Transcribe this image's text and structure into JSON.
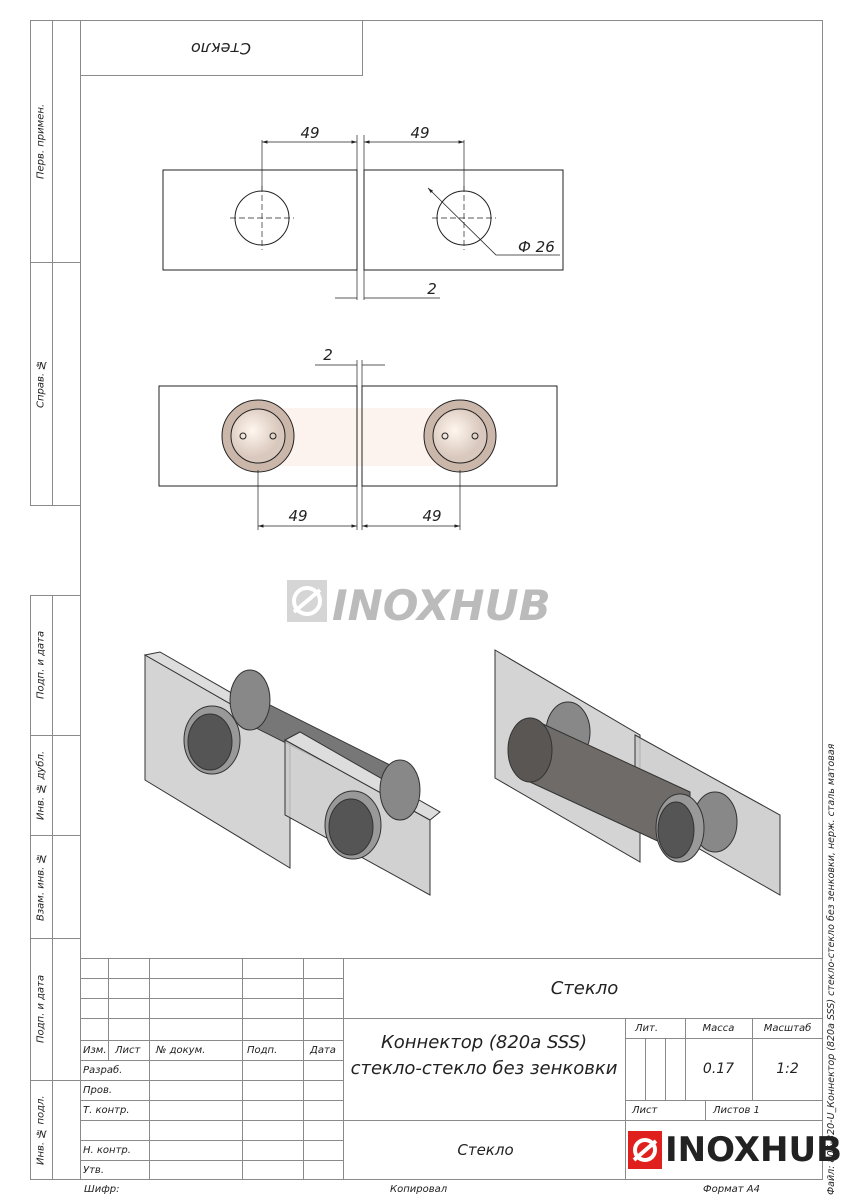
{
  "stamp_mirrored": "Стекло",
  "side_labels": [
    "Перв. примен.",
    "Справ. №",
    "Подп. и дата",
    "Инв. № дубл.",
    "Взам. инв. №",
    "Подп. и дата",
    "Инв. № подл."
  ],
  "dims": {
    "top_left": "49",
    "top_right": "49",
    "diameter": "Ф 26",
    "top_gap": "2",
    "mid_gap": "2",
    "bottom_left": "49",
    "bottom_right": "49"
  },
  "watermark": "INOXHUB",
  "title_block": {
    "material_top": "Стекло",
    "headers": {
      "izm": "Изм.",
      "list": "Лист",
      "doc": "№ докум.",
      "podp": "Подп.",
      "data": "Дата"
    },
    "rows": [
      "Разраб.",
      "Пров.",
      "Т. контр.",
      "",
      "Н. контр.",
      "Утв."
    ],
    "name_line1": "Коннектор (820a SSS)",
    "name_line2": "стекло-стекло без зенковки",
    "lit": "Лит.",
    "mass_label": "Масса",
    "scale_label": "Масштаб",
    "mass": "0.17",
    "scale": "1:2",
    "sheet": "Лист",
    "sheets": "Листов 1",
    "material_bottom": "Стекло",
    "logo": "INOXHUB"
  },
  "footer": {
    "cipher": "Шифр:",
    "copied": "Копировал",
    "format": "Формат A4"
  },
  "file_label": "Файл: 805-820-U_Коннектор (820a SSS) стекло-стекло без зенковки, нерж. сталь матовая",
  "colors": {
    "brand_red": "#e0201c",
    "line": "#8a8a8a"
  }
}
